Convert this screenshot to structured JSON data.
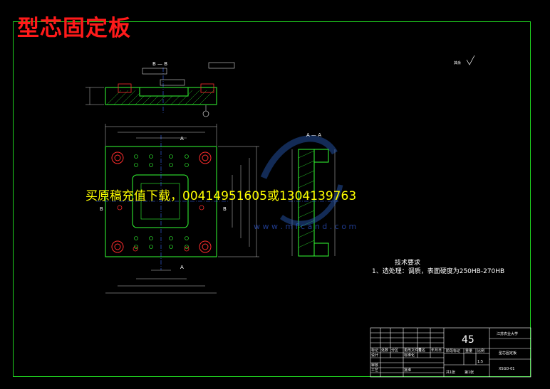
{
  "title": "型芯固定板",
  "watermark": "买原稿充值下载，00414951605或1304139763",
  "watermark_site": "w w w . m f c a n d . c o m",
  "technical_requirements": {
    "heading": "技术要求",
    "item_1": "1、选处理：调质，表面硬度为250HB-270HB"
  },
  "title_block": {
    "material": "45",
    "school": "江苏农业大学",
    "part_name": "型芯固定板",
    "scale": "1:5",
    "sheet": "第1张",
    "drawing_no": "XSGD-01",
    "row_labels": [
      "标记",
      "处数",
      "分区",
      "更改文件号",
      "签名",
      "年月日"
    ],
    "design_label": "设计",
    "standardize_label": "标准化",
    "stage_label": "阶段标记",
    "weight_label": "重量",
    "scale_label": "比例",
    "review_label": "审核",
    "process_label": "工艺",
    "approve_label": "批准",
    "total_label": "共1张"
  },
  "section_labels": {
    "bb": "B — B",
    "aa": "A — A",
    "a": "A",
    "b": "B"
  },
  "roughness_note": "其余",
  "colors": {
    "frame": "#1fd11f",
    "outline": "#33ff33",
    "dim": "#ffffff",
    "center": "#3a6bff",
    "hole": "#ff2d2d",
    "title": "#ff1a1a",
    "watermark": "#ffff00"
  }
}
